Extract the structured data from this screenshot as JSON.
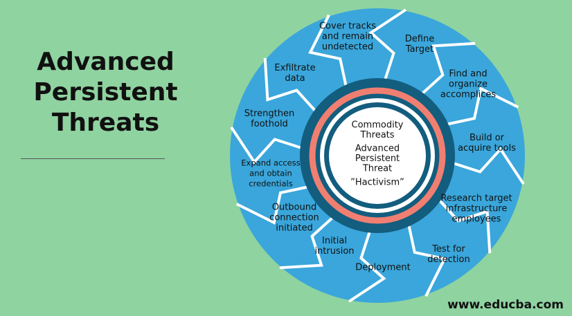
{
  "title": {
    "lines": [
      "Advanced",
      "Persistent",
      "Threats"
    ]
  },
  "stages": [
    {
      "lines": [
        "Define",
        "Target"
      ]
    },
    {
      "lines": [
        "Find and",
        "organize",
        "accomplices"
      ]
    },
    {
      "lines": [
        "Build or",
        "acquire tools"
      ]
    },
    {
      "lines": [
        "Research target",
        "infrastructure",
        "employees"
      ]
    },
    {
      "lines": [
        "Test for",
        "detection"
      ]
    },
    {
      "lines": [
        "Deployment"
      ]
    },
    {
      "lines": [
        "Initial",
        "intrusion"
      ]
    },
    {
      "lines": [
        "Outbound",
        "connection",
        "initiated"
      ]
    },
    {
      "lines": [
        "Expand  access",
        "and obtain",
        "credentials"
      ]
    },
    {
      "lines": [
        "Strengthen",
        "foothold"
      ]
    },
    {
      "lines": [
        "Exfiltrate",
        "data"
      ]
    },
    {
      "lines": [
        "Cover tracks",
        "and remain",
        "undetected"
      ]
    }
  ],
  "center": {
    "commodity": [
      "Commodity",
      "Threats"
    ],
    "apt": [
      "Advanced",
      "Persistent",
      "Threat"
    ],
    "hactivism": [
      "”Hactivism”"
    ]
  },
  "colors": {
    "background": "#8fd3a0",
    "segment": "#3aa6db",
    "segment_border": "#ffffff",
    "ring_dark": "#135d7e",
    "ring_salmon": "#f07f71",
    "inner_circle": "#ffffff"
  },
  "footer": {
    "url": "www.educba.com"
  }
}
